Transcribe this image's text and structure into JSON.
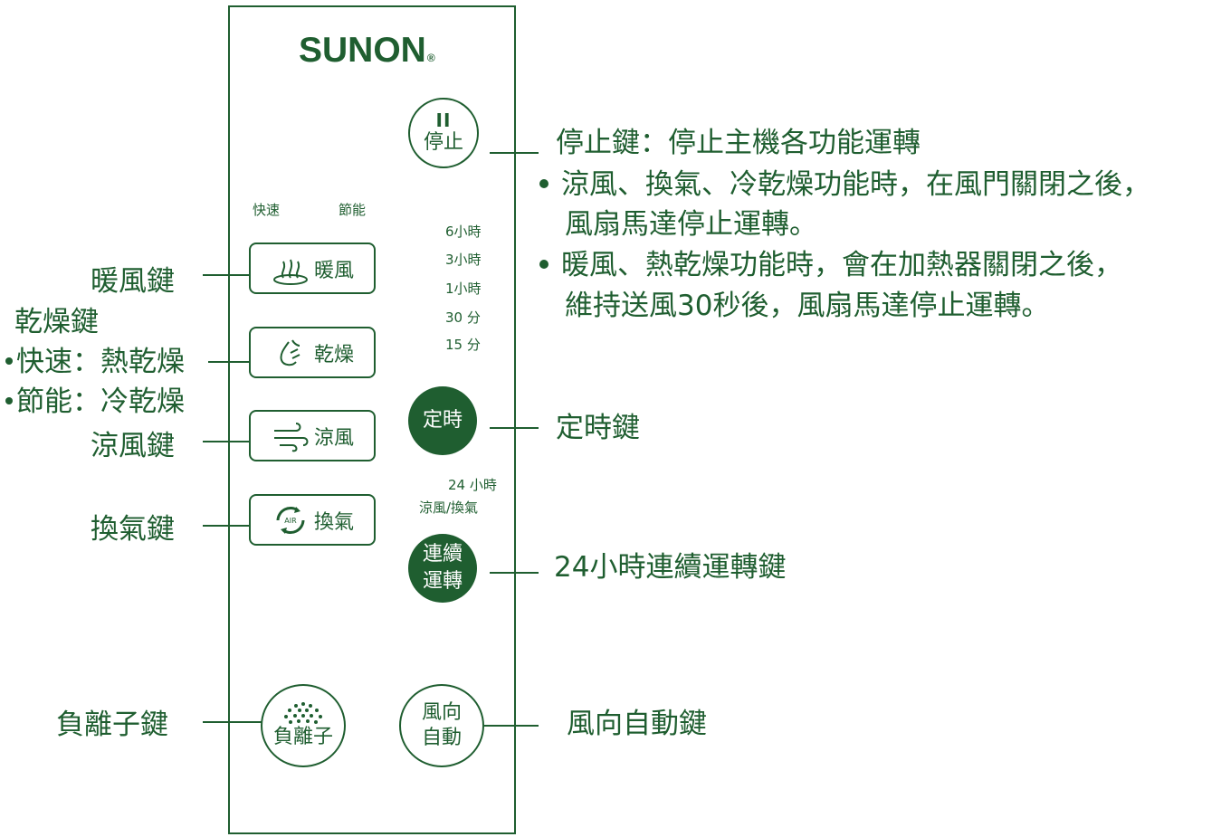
{
  "brand": {
    "name": "SUNON",
    "mark": "®"
  },
  "panel": {
    "label_fast": "快速",
    "label_eco": "節能",
    "stop_button": {
      "symbol": "II",
      "label": "停止"
    },
    "warm_button": {
      "label": "暖風",
      "icon": "heat-waves-icon"
    },
    "dry_button": {
      "label": "乾燥",
      "icon": "water-drop-icon"
    },
    "cool_button": {
      "label": "涼風",
      "icon": "wind-icon"
    },
    "vent_button": {
      "label": "換氣",
      "icon": "air-circulation-icon",
      "icon_text": "AIR"
    },
    "timer_options": [
      "6小時",
      "3小時",
      "1小時",
      "30 分",
      "15 分"
    ],
    "timer_button": {
      "label": "定時"
    },
    "continuous_caption": [
      "24 小時",
      "涼風/換氣"
    ],
    "continuous_button": {
      "line1": "連續",
      "line2": "運轉"
    },
    "ion_button": {
      "label": "負離子",
      "icon": "ion-dots-icon"
    },
    "swing_button": {
      "line1": "風向",
      "line2": "自動"
    }
  },
  "callouts": {
    "warm": "暖風鍵",
    "dry_title": "乾燥鍵",
    "dry_fast": "快速：熱乾燥",
    "dry_eco": "節能：冷乾燥",
    "cool": "涼風鍵",
    "vent": "換氣鍵",
    "ion": "負離子鍵",
    "stop_title": "停止鍵：停止主機各功能運轉",
    "stop_note1_line1": "涼風、換氣、冷乾燥功能時，在風門關閉之後，",
    "stop_note1_line2": "風扇馬達停止運轉。",
    "stop_note2_line1": "暖風、熱乾燥功能時，會在加熱器關閉之後，",
    "stop_note2_line2": "維持送風30秒後，風扇馬達停止運轉。",
    "timer": "定時鍵",
    "continuous": "24小時連續運轉鍵",
    "swing": "風向自動鍵"
  },
  "colors": {
    "primary": "#1f5e30",
    "background": "#ffffff"
  }
}
